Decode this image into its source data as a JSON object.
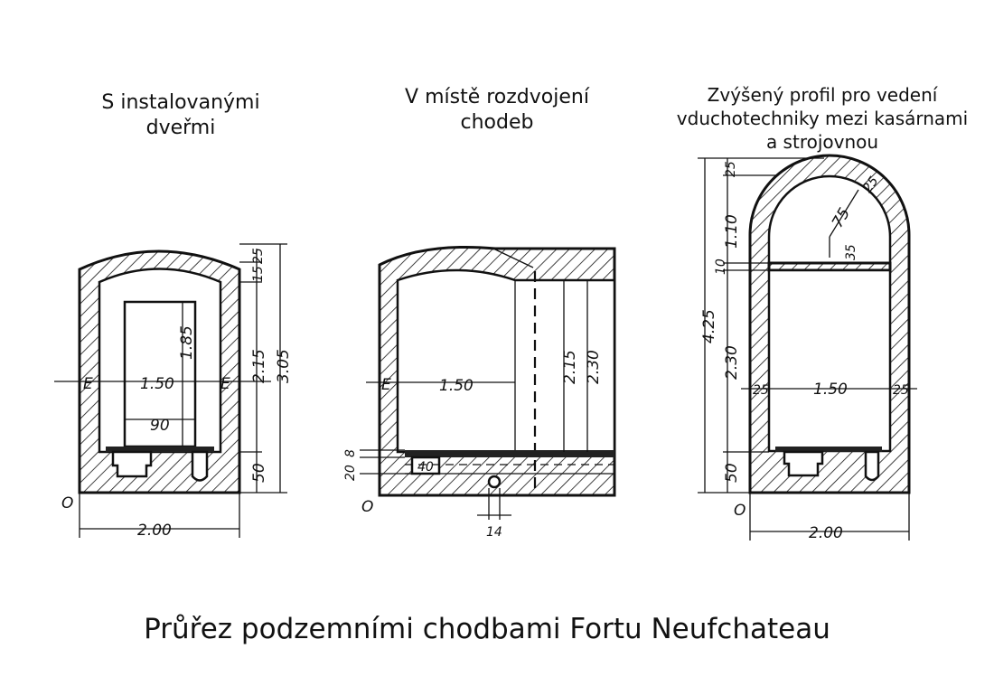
{
  "sections": [
    {
      "title": "S instalovanými\ndveřmi",
      "dims": {
        "width": "2.00",
        "inner_width": "1.50",
        "door_height": "1.85",
        "door_width": "90",
        "clear_height": "2.15",
        "total_height": "3.05",
        "base": "50",
        "top_a": "15",
        "top_b": "25",
        "wall_left": "E",
        "wall_right": "E",
        "origin": "O"
      }
    },
    {
      "title": "V místě rozdvojení\nchodeb",
      "dims": {
        "inner_width": "1.50",
        "clear_height_a": "2.15",
        "clear_height_b": "2.30",
        "floor_a": "20",
        "floor_b": "8",
        "drain": "40",
        "pipe": "14",
        "wall_left": "E",
        "origin": "O"
      }
    },
    {
      "title": "Zvýšený profil pro vedení\nvduchotechniky mezi kasárnami\na strojovnou",
      "dims": {
        "width": "2.00",
        "inner_width": "1.50",
        "wall_left": "25",
        "wall_right": "25",
        "crown": "25",
        "arch": "1.10",
        "slab": "10",
        "total_height": "4.25",
        "lower_height": "2.30",
        "base": "50",
        "radius": "75",
        "arch_wall": "25",
        "offset": "35",
        "origin": "O"
      }
    }
  ],
  "caption": "Průřez podzemními chodbami Fortu Neufchateau"
}
